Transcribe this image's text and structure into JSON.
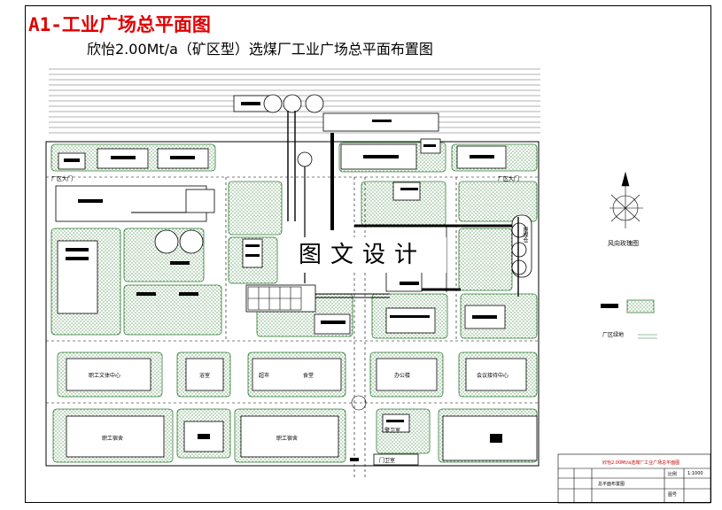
{
  "title": "A1-工业广场总平面图",
  "subtitle": "欣怡2.00Mt/a（矿区型）选煤厂工业广场总平面布置图",
  "watermark": "图文设计",
  "buildings": {
    "staff_culture_center": "职工文体中心",
    "bathhouse": "浴室",
    "supermarket": "超市",
    "canteen": "食堂",
    "office_building": "办公楼",
    "conference_center": "会议接待中心",
    "dormitory_left": "职工宿舍",
    "dormitory_right": "职工宿舍",
    "guard_room": "警卫室",
    "gate_house": "门卫室",
    "main_gate_left": "厂区大门",
    "main_gate_right": "厂区大门",
    "coal_yard": "原煤仓"
  },
  "wind_rose_label": "风向玫瑰图",
  "legend": {
    "green_area": "厂区绿地"
  },
  "title_block": {
    "project": "欣怡2.00Mt/a选煤厂工业广场总平面图",
    "drawing": "总平面布置图",
    "scale": "1:1000",
    "label_a": "比例",
    "label_b": "图号"
  },
  "colors": {
    "title_red": "#e00000",
    "green_hatch": "#2e7d32",
    "outline": "#000000",
    "title_block_red": "#cc0000"
  }
}
